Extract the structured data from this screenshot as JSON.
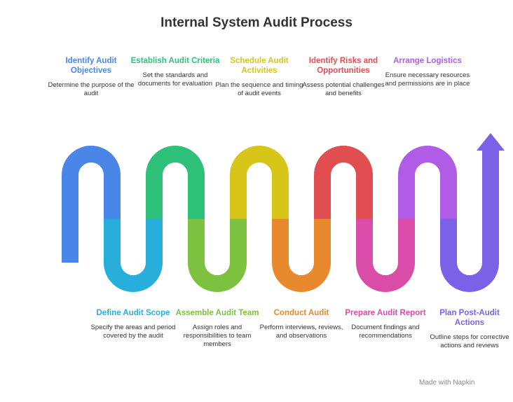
{
  "title": "Internal System Audit Process",
  "steps": [
    {
      "title": "Identify Audit Objectives",
      "desc": "Determine the purpose of the audit",
      "color": "#4A86E8"
    },
    {
      "title": "Define Audit Scope",
      "desc": "Specify the areas and period covered by the audit",
      "color": "#27AEDB"
    },
    {
      "title": "Establish Audit Criteria",
      "desc": "Set the standards and documents for evaluation",
      "color": "#2FC07A"
    },
    {
      "title": "Assemble Audit Team",
      "desc": "Assign roles and responsibilities to team members",
      "color": "#7CC140"
    },
    {
      "title": "Schedule Audit Activities",
      "desc": "Plan the sequence and timing of audit events",
      "color": "#D8C51A"
    },
    {
      "title": "Conduct Audit",
      "desc": "Perform interviews, reviews, and observations",
      "color": "#E8892D"
    },
    {
      "title": "Identify Risks and Opportunities",
      "desc": "Assess potential challenges and benefits",
      "color": "#E04E52"
    },
    {
      "title": "Prepare Audit Report",
      "desc": "Document findings and recommendations",
      "color": "#D94CA8"
    },
    {
      "title": "Arrange Logistics",
      "desc": "Ensure necessary resources and permissions are in place",
      "color": "#B05CE6"
    },
    {
      "title": "Plan Post-Audit Actions",
      "desc": "Outline steps for corrective actions and reviews",
      "color": "#7B61E8"
    }
  ],
  "watermark": {
    "text": "Made with Napkin",
    "icon": "napkin-logo-icon"
  }
}
